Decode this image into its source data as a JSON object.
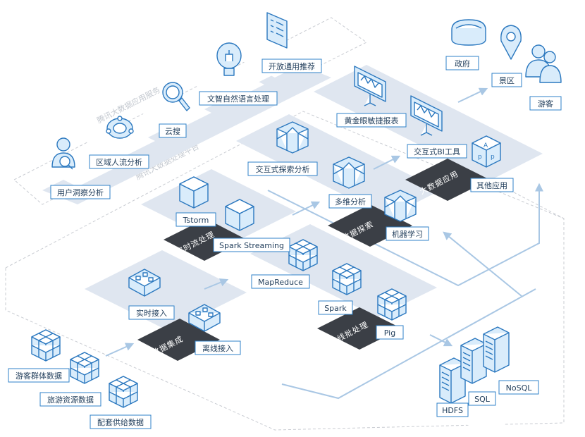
{
  "sections": {
    "app_service": "腾讯大数据应用服务",
    "processing_platform": "腾讯大数据处理平台"
  },
  "groups": {
    "realtime": "实时流处理",
    "collection": "数据集成",
    "offline": "离线批处理",
    "exploration": "数据探索",
    "bigdata_apps": "大数据应用"
  },
  "nodes": {
    "user_insight": "用户洞察分析",
    "region_flow": "区域人流分析",
    "cloud_search": "云搜",
    "nlp": "文智自然语言处理",
    "open_recommend": "开放通用推荐",
    "gov": "政府",
    "scenic": "景区",
    "tourist": "游客",
    "golden_eye": "黄金眼敏捷报表",
    "bi_tool": "交互式BI工具",
    "other_apps": "其他应用",
    "interactive_explore": "交互式探索分析",
    "multidim": "多维分析",
    "ml": "机器学习",
    "tstorm": "Tstorm",
    "spark_streaming": "Spark Streaming",
    "mapreduce": "MapReduce",
    "spark": "Spark",
    "pig": "Pig",
    "realtime_ingest": "实时接入",
    "offline_ingest": "离线接入",
    "tourist_group_data": "游客群体数据",
    "travel_resource_data": "旅游资源数据",
    "supply_data": "配套供给数据",
    "hdfs": "HDFS",
    "sql": "SQL",
    "nosql": "NoSQL"
  },
  "colors": {
    "accent": "#2b78bf",
    "slab": "#dfe6f0",
    "dark_label": "#3b3f46",
    "arrow": "#a9c7e4"
  }
}
